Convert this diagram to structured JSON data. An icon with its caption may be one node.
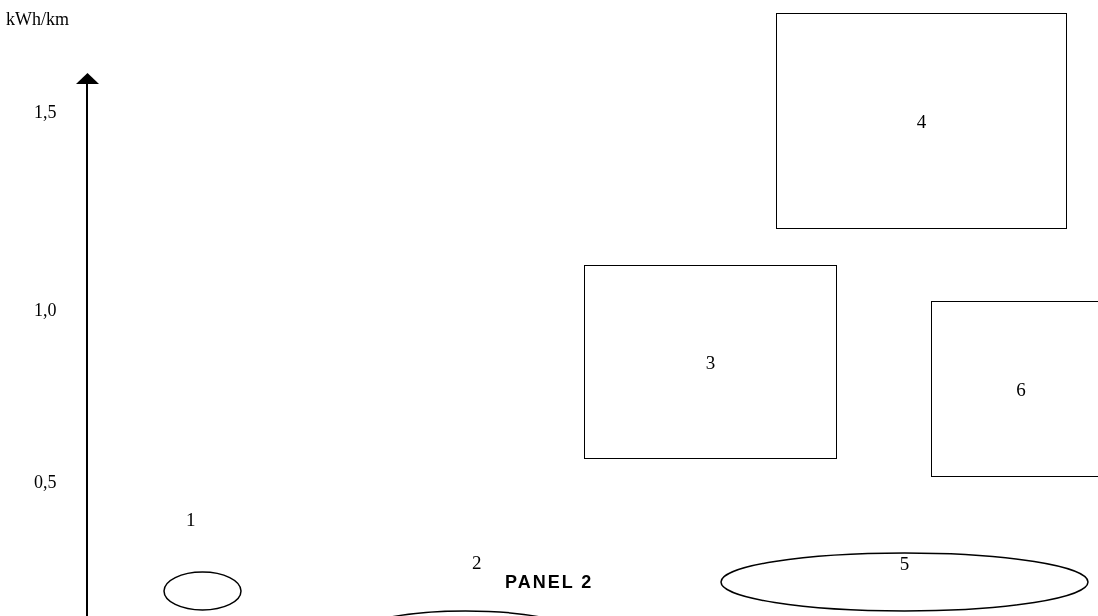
{
  "diagram": {
    "nodes": [
      {
        "text": [
          "4"
        ]
      },
      {
        "text": [
          "3"
        ]
      },
      {
        "text": [
          "6"
        ]
      },
      {
        "text": [],
        "shape": "ellipse",
        "beside": [
          "1"
        ]
      },
      {
        "text": [],
        "shape": "ellipse",
        "beside": [
          "2"
        ]
      },
      {
        "text": [
          "5"
        ]
      }
    ],
    "labels": [
      "kWh/km",
      "1,5",
      "1,0",
      "0,5",
      "PANEL 2"
    ]
  }
}
